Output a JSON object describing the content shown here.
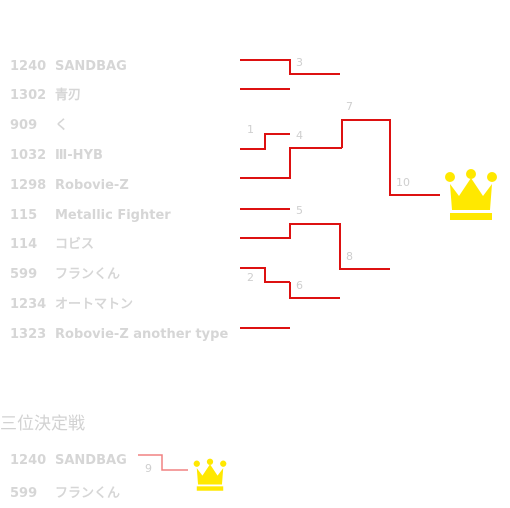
{
  "main_bracket": {
    "entries": [
      {
        "number": "1240",
        "name": "SANDBAG"
      },
      {
        "number": "1302",
        "name": "青刃"
      },
      {
        "number": "909",
        "name": "く"
      },
      {
        "number": "1032",
        "name": "Ⅲ-HYB"
      },
      {
        "number": "1298",
        "name": "Robovie-Z"
      },
      {
        "number": "115",
        "name": "Metallic Fighter"
      },
      {
        "number": "114",
        "name": "コビス"
      },
      {
        "number": "599",
        "name": "フランくん"
      },
      {
        "number": "1234",
        "name": "オートマトン"
      },
      {
        "number": "1323",
        "name": "Robovie-Z another type"
      }
    ],
    "match_labels": [
      "3",
      "1",
      "4",
      "7",
      "10",
      "5",
      "8",
      "2",
      "6"
    ],
    "line_color": "#dd1111",
    "crown_icon": "crown-icon",
    "crown_color": "#ffe800"
  },
  "third_place": {
    "title": "三位決定戦",
    "entries": [
      {
        "number": "1240",
        "name": "SANDBAG"
      },
      {
        "number": "599",
        "name": "フランくん"
      }
    ],
    "match_label": "9",
    "line_color": "#f08080",
    "crown_icon": "crown-icon"
  }
}
